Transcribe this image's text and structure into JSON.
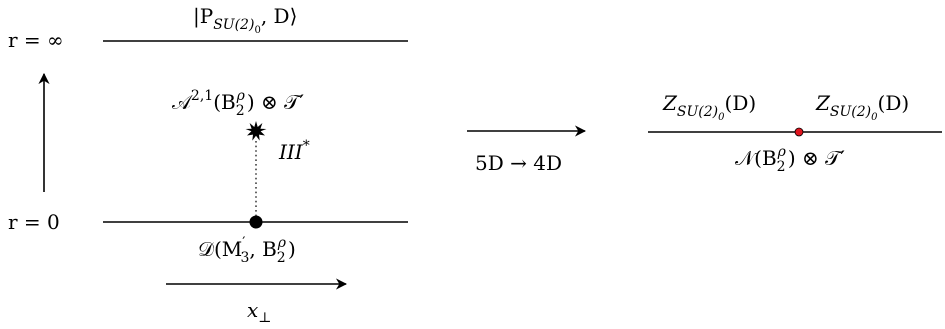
{
  "left_panel": {
    "top_boundary": {
      "r_label": "r = ∞",
      "state": "|P",
      "state_sub": "SU(2)",
      "state_subsub": "0",
      "state_tail": ", D⟩"
    },
    "bulk": {
      "prefix": "𝒜",
      "sup": "2,1",
      "open": "(B",
      "arg_sub": "2",
      "arg_sup": "ρ",
      "close": ") ⊗ 𝒯′"
    },
    "singularity_label": {
      "text": "III",
      "sup": "*"
    },
    "bottom_boundary": {
      "r_label": "r = 0",
      "name": "𝒟(M",
      "m_sub": "3",
      "m_sup": "′",
      "mid": ", B",
      "b_sub": "2",
      "b_sup": "ρ",
      "close": ")"
    },
    "x_axis": {
      "symbol": "x",
      "sub": "⊥"
    }
  },
  "reduction": {
    "label": "5D → 4D"
  },
  "right_panel": {
    "left_boundary": {
      "text": "Z",
      "sub": "SU(2)",
      "subsub": "0",
      "tail": "(D)"
    },
    "right_boundary": {
      "text": "Z",
      "sub": "SU(2)",
      "subsub": "0",
      "tail": "(D)"
    },
    "interface": {
      "text": "𝒩(B",
      "sub": "2",
      "sup": "ρ",
      "tail": ") ⊗ 𝒯′"
    }
  },
  "colors": {
    "line": "#000000",
    "defect_dot": "#e0141e"
  }
}
